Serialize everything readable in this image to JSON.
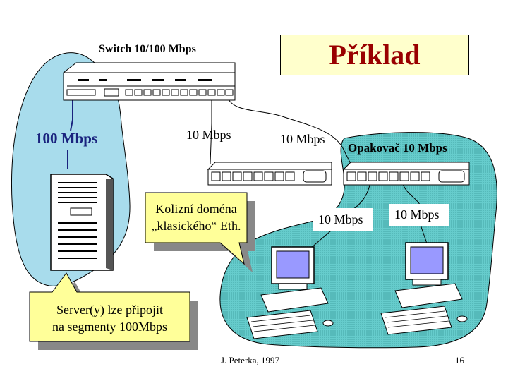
{
  "title": "Příklad",
  "labels": {
    "switch": "Switch 10/100 Mbps",
    "speed_100": "100 Mbps",
    "speed_10_switch_left": "10 Mbps",
    "speed_10_switch_right": "10 Mbps",
    "repeater": "Opakovač 10 Mbps",
    "speed_10_pc_left": "10 Mbps",
    "speed_10_pc_right": "10 Mbps"
  },
  "callouts": {
    "collision_line1": "Kolizní doména",
    "collision_line2": "„klasického“ Eth.",
    "server_line1": "Server(y) lze připojit",
    "server_line2": "na segmenty 100Mbps"
  },
  "footer": {
    "author": "J. Peterka, 1997",
    "page": "16"
  },
  "colors": {
    "left_blob": "#a8dcec",
    "right_blob": "#66cccc",
    "callout_fill": "#ffff99",
    "title_fill": "#ffffcc",
    "title_text": "#990000",
    "speed_100_text": "#1a237e",
    "monitor_screen": "#9999ff"
  }
}
